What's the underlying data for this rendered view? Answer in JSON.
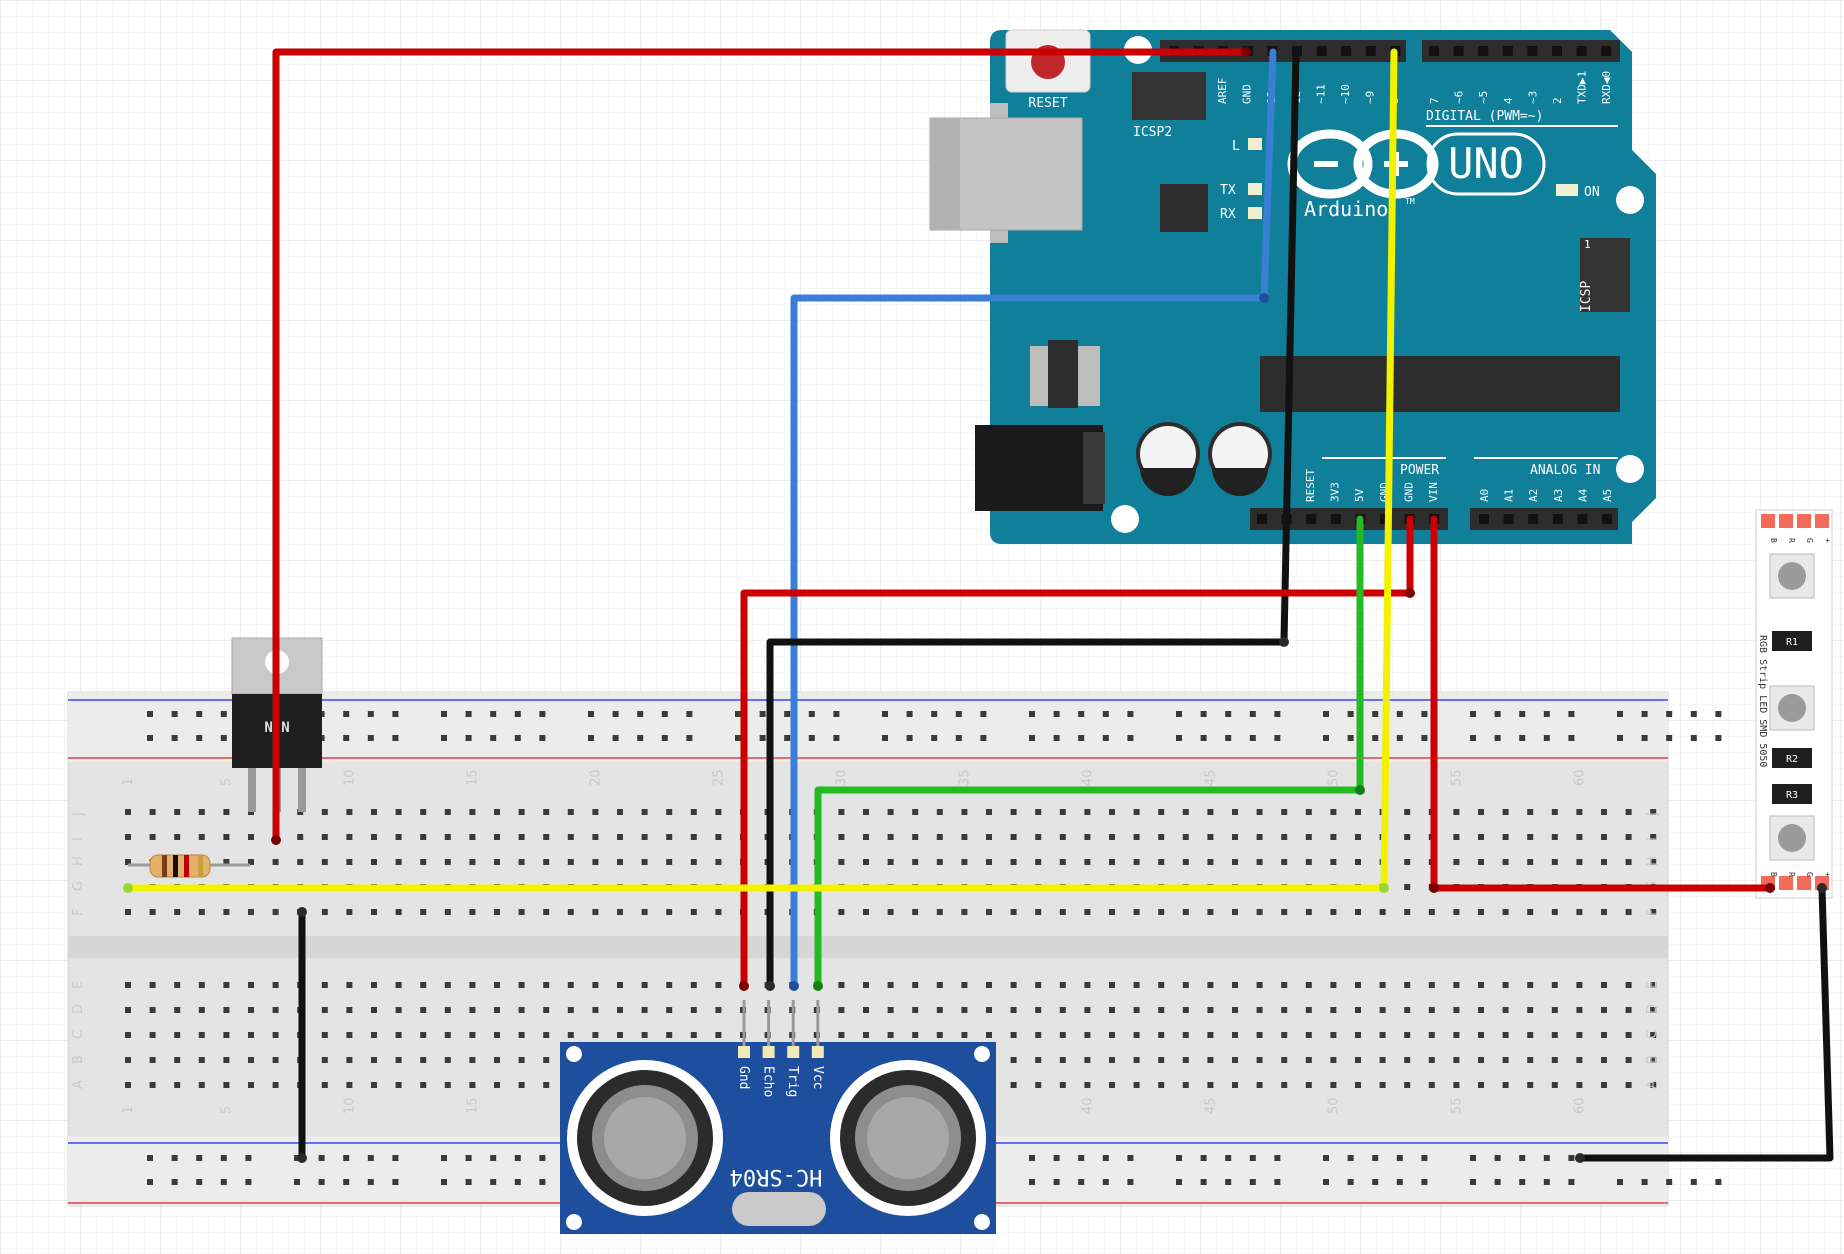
{
  "arduino": {
    "reset_label": "RESET",
    "icsp2_label": "ICSP2",
    "icsp_label": "ICSP",
    "icsp_pin1": "1",
    "uno_label": "UNO",
    "brand_label": "Arduino",
    "tm": "TM",
    "digital_label": "DIGITAL (PWM=~)",
    "power_label": "POWER",
    "analog_label": "ANALOG IN",
    "led_l": "L",
    "led_tx": "TX",
    "led_rx": "RX",
    "led_on": "ON",
    "header_top_left": [
      "AREF",
      "GND",
      "13",
      "12",
      "~11",
      "~10",
      "~9",
      "8"
    ],
    "header_top_right": [
      "7",
      "~6",
      "~5",
      "4",
      "~3",
      "2",
      "TXD▶1",
      "RXD◀0"
    ],
    "header_power": [
      "RESET",
      "3V3",
      "5V",
      "GND",
      "GND",
      "VIN"
    ],
    "header_analog": [
      "A0",
      "A1",
      "A2",
      "A3",
      "A4",
      "A5"
    ]
  },
  "regulator": {
    "marking": "N N"
  },
  "sensor": {
    "model": "HC-SR04",
    "pins": [
      "Gnd",
      "Echo",
      "Trig",
      "Vcc"
    ]
  },
  "led_strip": {
    "label": "RGB Strip LED SMD 5050",
    "resistors": [
      "R1",
      "R2",
      "R3"
    ],
    "pins_top": [
      "B",
      "R",
      "G",
      "+"
    ],
    "pins_bottom": [
      "B",
      "R",
      "G",
      "+"
    ]
  },
  "breadboard": {
    "column_numbers": [
      "1",
      "5",
      "10",
      "15",
      "20",
      "25",
      "30",
      "35",
      "40",
      "45",
      "50",
      "55",
      "60"
    ],
    "rows_top": [
      "J",
      "I",
      "H",
      "G",
      "F"
    ],
    "rows_bottom": [
      "E",
      "D",
      "C",
      "B",
      "A"
    ]
  },
  "colors": {
    "arduino_board": "#0f7f9a",
    "wire_red": "#cc0000",
    "wire_black": "#111111",
    "wire_blue": "#3a7fd6",
    "wire_green": "#22bb22",
    "wire_yellow": "#f2f200",
    "sensor_board": "#1e4f9e",
    "breadboard": "#e6e6e6"
  }
}
